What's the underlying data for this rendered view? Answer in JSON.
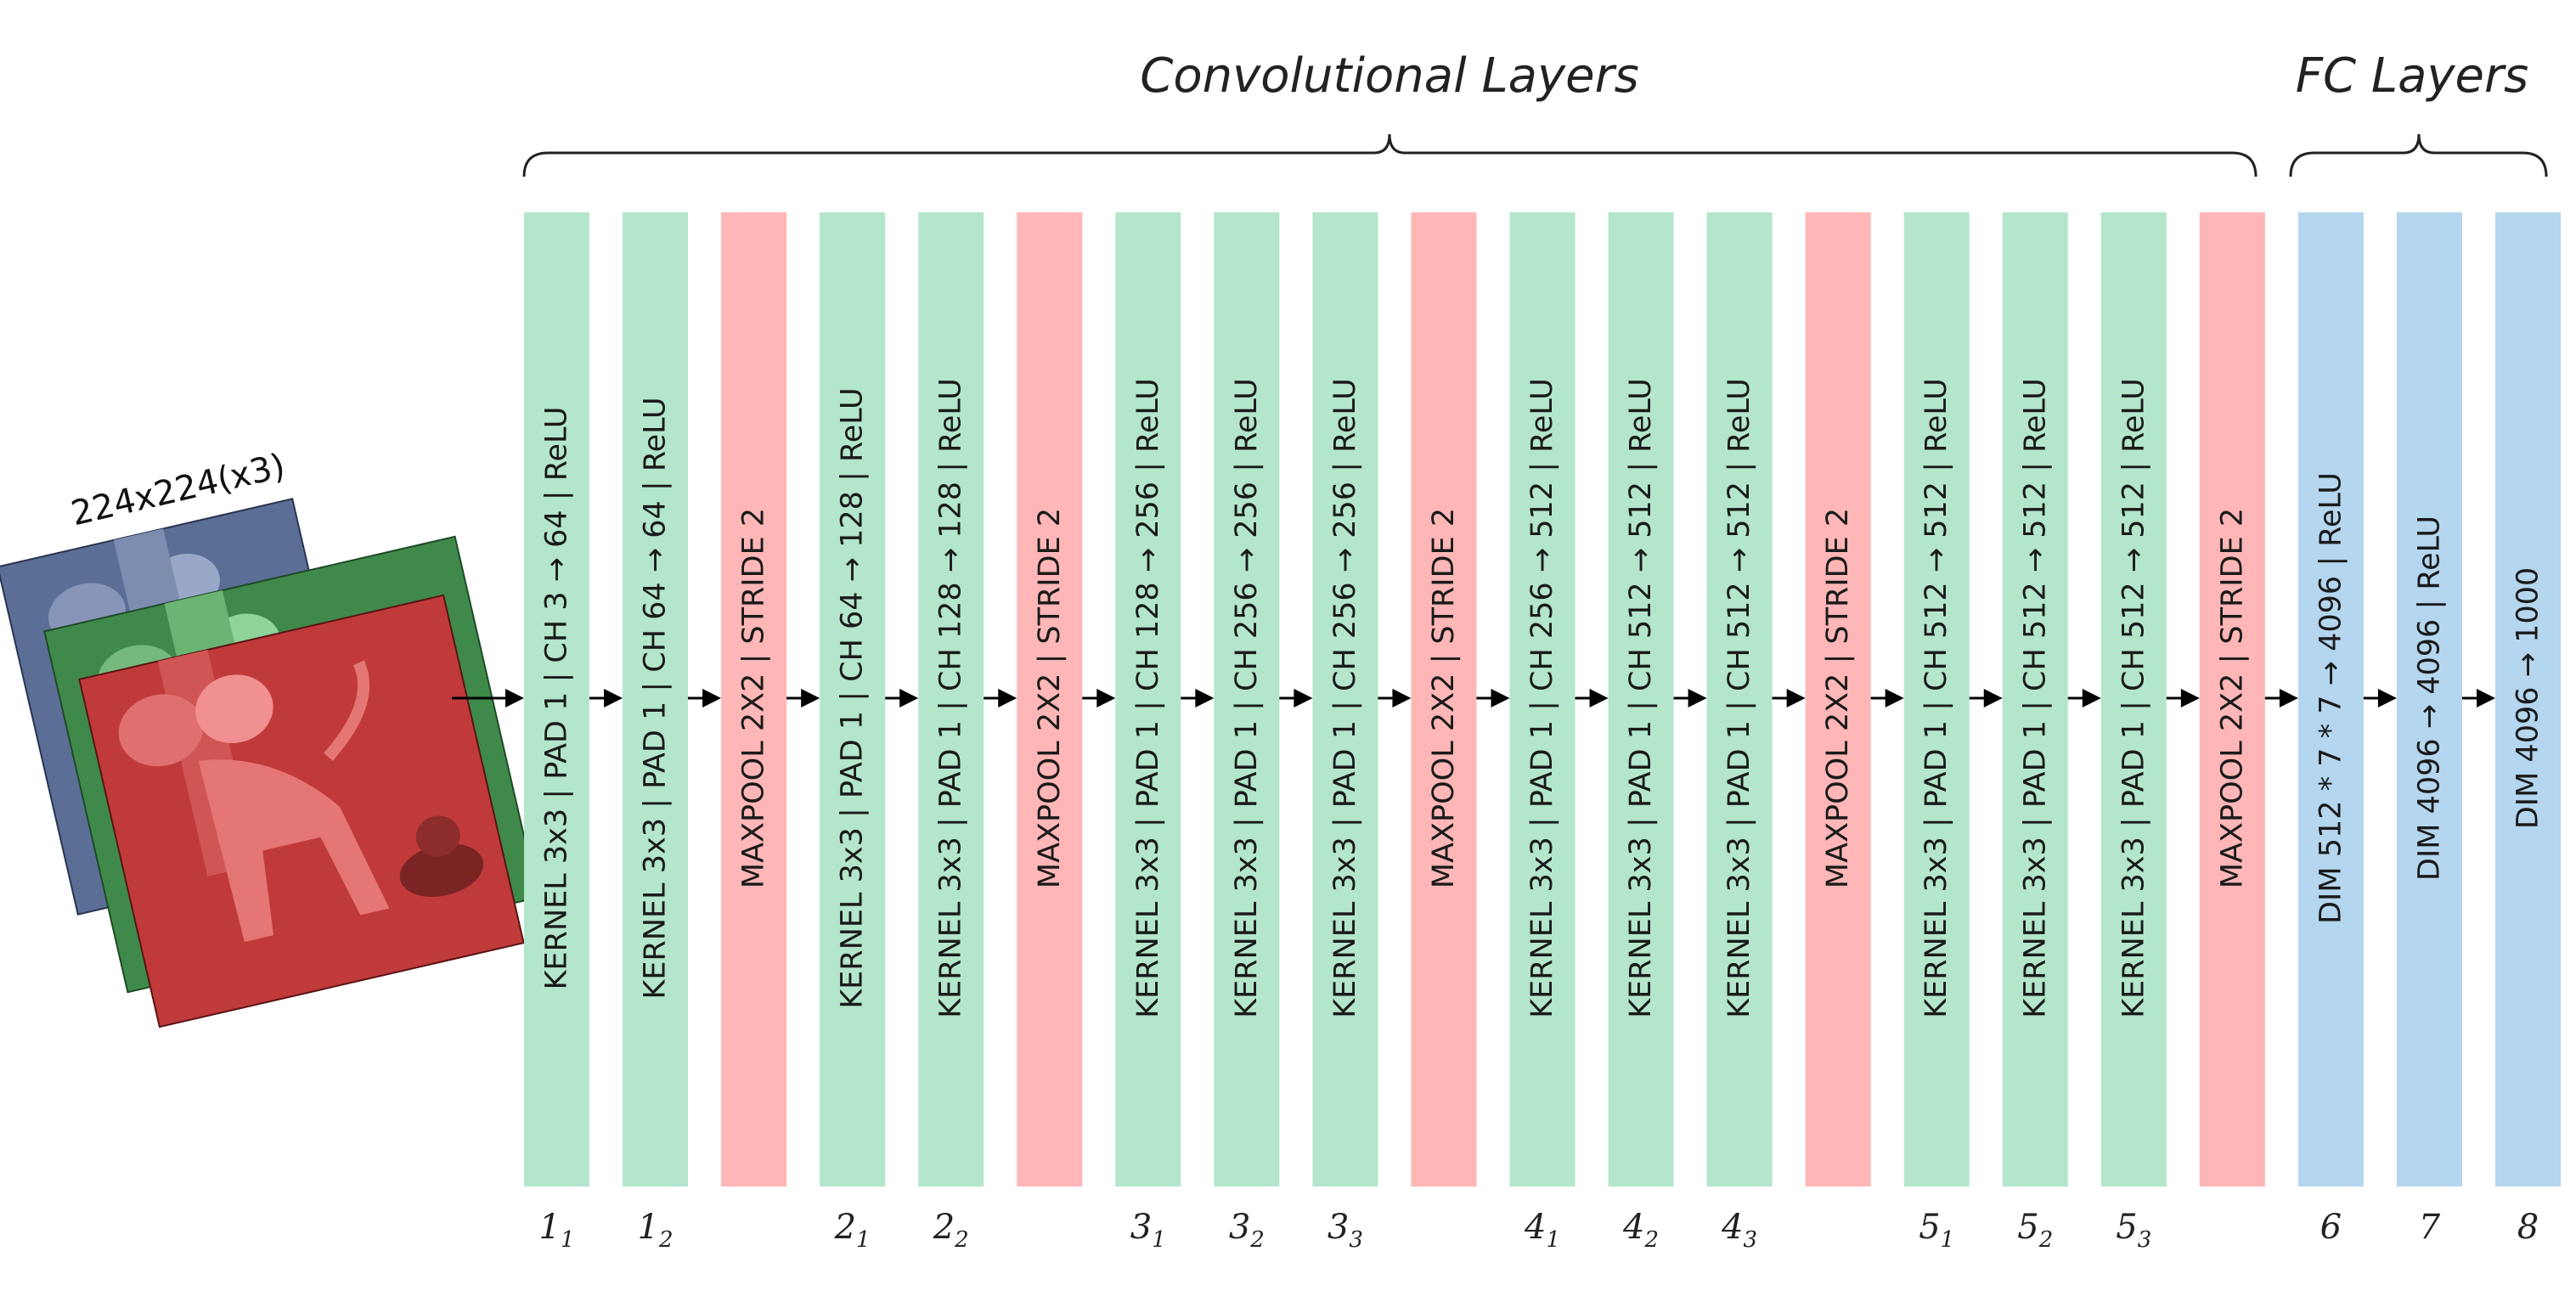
{
  "input": {
    "label": "224x224(x3)",
    "channel_colors": [
      "#5a6e96",
      "#3f8a4a",
      "#c03a3a"
    ]
  },
  "groups": {
    "conv_title": "Convolutional Layers",
    "fc_title": "FC Layers"
  },
  "colors": {
    "conv": "#b3e6cb",
    "pool": "#ffb6b6",
    "fc": "#b4d6ee"
  },
  "layers": [
    {
      "type": "conv",
      "text": "KERNEL 3x3 | PAD 1 | CH  3 → 64 | ReLU",
      "index": "1",
      "sub": "1"
    },
    {
      "type": "conv",
      "text": "KERNEL 3x3 | PAD 1 | CH  64 → 64 | ReLU",
      "index": "1",
      "sub": "2"
    },
    {
      "type": "pool",
      "text": "MAXPOOL 2X2 | STRIDE 2",
      "index": "",
      "sub": ""
    },
    {
      "type": "conv",
      "text": "KERNEL 3x3 | PAD 1 | CH  64 → 128 | ReLU",
      "index": "2",
      "sub": "1"
    },
    {
      "type": "conv",
      "text": "KERNEL 3x3 | PAD 1 | CH  128 → 128 | ReLU",
      "index": "2",
      "sub": "2"
    },
    {
      "type": "pool",
      "text": "MAXPOOL 2X2 | STRIDE 2",
      "index": "",
      "sub": ""
    },
    {
      "type": "conv",
      "text": "KERNEL 3x3 | PAD 1 | CH  128 → 256 | ReLU",
      "index": "3",
      "sub": "1"
    },
    {
      "type": "conv",
      "text": "KERNEL 3x3 | PAD 1 | CH  256 → 256 | ReLU",
      "index": "3",
      "sub": "2"
    },
    {
      "type": "conv",
      "text": "KERNEL 3x3 | PAD 1 | CH  256 → 256 | ReLU",
      "index": "3",
      "sub": "3"
    },
    {
      "type": "pool",
      "text": "MAXPOOL 2X2 | STRIDE 2",
      "index": "",
      "sub": ""
    },
    {
      "type": "conv",
      "text": "KERNEL 3x3 | PAD 1 | CH  256 → 512 | ReLU",
      "index": "4",
      "sub": "1"
    },
    {
      "type": "conv",
      "text": "KERNEL 3x3 | PAD 1 | CH  512 → 512 | ReLU",
      "index": "4",
      "sub": "2"
    },
    {
      "type": "conv",
      "text": "KERNEL 3x3 | PAD 1 | CH  512 → 512 | ReLU",
      "index": "4",
      "sub": "3"
    },
    {
      "type": "pool",
      "text": "MAXPOOL 2X2 | STRIDE 2",
      "index": "",
      "sub": ""
    },
    {
      "type": "conv",
      "text": "KERNEL 3x3 | PAD 1 | CH  512 → 512 | ReLU",
      "index": "5",
      "sub": "1"
    },
    {
      "type": "conv",
      "text": "KERNEL 3x3 | PAD 1 | CH  512 → 512 | ReLU",
      "index": "5",
      "sub": "2"
    },
    {
      "type": "conv",
      "text": "KERNEL 3x3 | PAD 1 | CH  512 → 512 | ReLU",
      "index": "5",
      "sub": "3"
    },
    {
      "type": "pool",
      "text": "MAXPOOL 2X2 | STRIDE 2",
      "index": "",
      "sub": ""
    },
    {
      "type": "fc",
      "text": "DIM 512 * 7 * 7 → 4096 | ReLU",
      "index": "6",
      "sub": ""
    },
    {
      "type": "fc",
      "text": "DIM 4096 → 4096 | ReLU",
      "index": "7",
      "sub": ""
    },
    {
      "type": "fc",
      "text": "DIM 4096 → 1000",
      "index": "8",
      "sub": ""
    }
  ]
}
